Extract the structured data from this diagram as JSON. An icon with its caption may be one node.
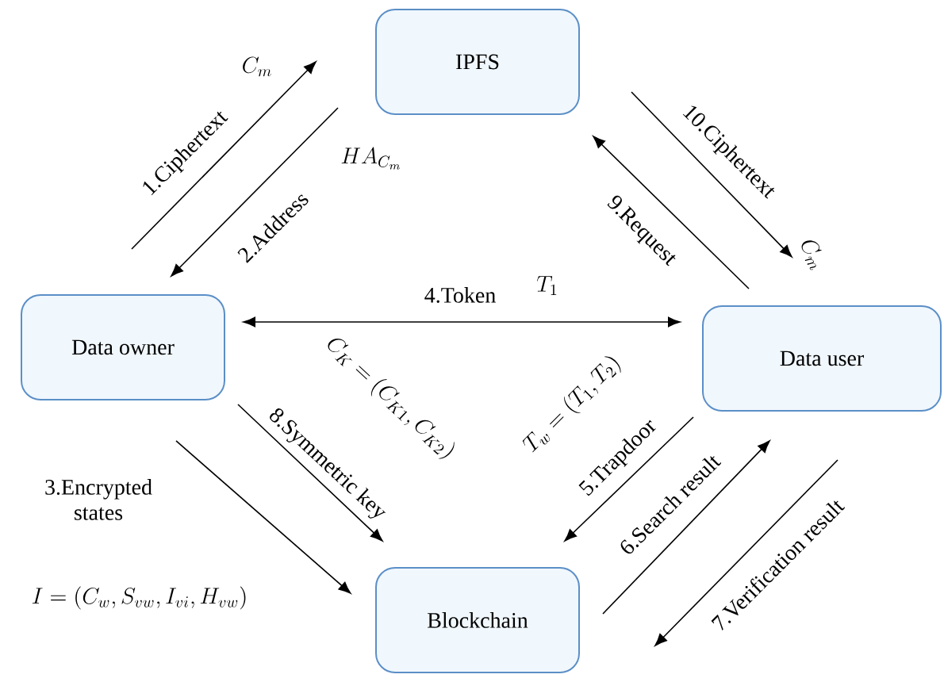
{
  "diagram": {
    "nodes": [
      {
        "text": [
          "IPFS"
        ]
      },
      {
        "text": [
          "Data owner"
        ]
      },
      {
        "text": [
          "Data user"
        ]
      },
      {
        "text": [
          "Blockchain"
        ]
      }
    ],
    "edges": [
      {
        "from": 1,
        "to": 0,
        "arrow": "to",
        "label": "1.Ciphertext"
      },
      {
        "from": 0,
        "to": 1,
        "arrow": "to",
        "label": "2.Address"
      },
      {
        "from": 1,
        "to": 2,
        "arrow": "both",
        "label": "4.Token"
      },
      {
        "from": 1,
        "to": 3,
        "arrow": "to",
        "label": "3.Encrypted states"
      },
      {
        "from": 1,
        "to": 3,
        "arrow": "to",
        "label": "8.Symmetric key"
      },
      {
        "from": 2,
        "to": 3,
        "arrow": "to",
        "label": "5.Trapdoor"
      },
      {
        "from": 3,
        "to": 2,
        "arrow": "to",
        "label": "6.Search result"
      },
      {
        "from": 2,
        "to": 3,
        "arrow": "to",
        "label": "7.Verification result"
      },
      {
        "from": 2,
        "to": 0,
        "arrow": "to",
        "label": "9.Request"
      },
      {
        "from": 0,
        "to": 2,
        "arrow": "to",
        "label": "10.Ciphertext"
      }
    ],
    "labels": [
      "C_m",
      "HA_{C_m}",
      "C_m",
      "T_1",
      "C_K = (C_{K1}, C_{K2})",
      "T_w = (T_1, T_2)",
      "I = (C_w, S_{vw}, I_{vi}, H_{vw})"
    ]
  }
}
